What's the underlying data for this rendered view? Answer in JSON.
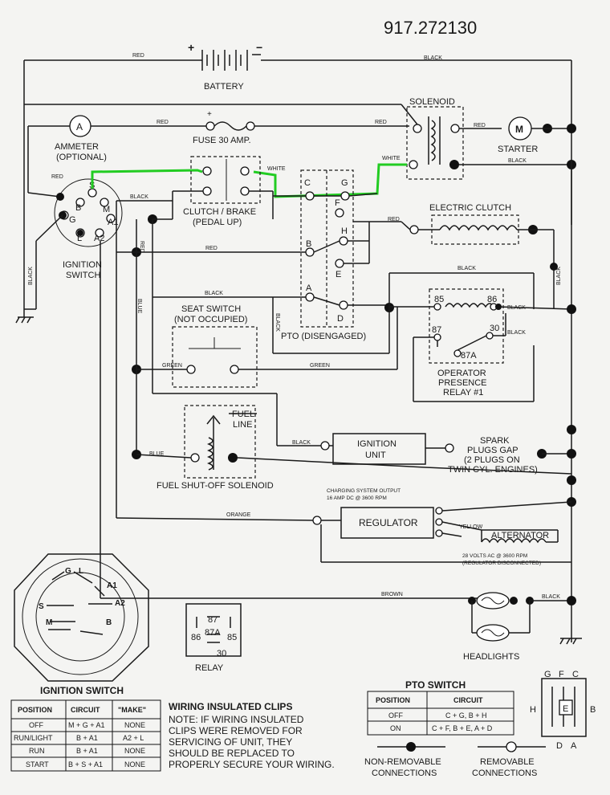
{
  "model_number": "917.272130",
  "components": {
    "battery": "BATTERY",
    "battery_plus": "+",
    "battery_minus": "−",
    "solenoid": "SOLENOID",
    "starter": "STARTER",
    "starter_symbol": "M",
    "ammeter_line1": "AMMETER",
    "ammeter_line2": "(OPTIONAL)",
    "ammeter_symbol": "A",
    "fuse": "FUSE 30 AMP.",
    "fuse_plus": "+",
    "clutch_brake_line1": "CLUTCH / BRAKE",
    "clutch_brake_line2": "(PEDAL UP)",
    "electric_clutch": "ELECTRIC CLUTCH",
    "ignition_switch_line1": "IGNITION",
    "ignition_switch_line2": "SWITCH",
    "seat_switch_line1": "SEAT SWITCH",
    "seat_switch_line2": "(NOT OCCUPIED)",
    "pto": "PTO (DISENGAGED)",
    "relay_line1": "OPERATOR",
    "relay_line2": "PRESENCE",
    "relay_line3": "RELAY #1",
    "fuel_line_1": "FUEL",
    "fuel_line_2": "LINE",
    "fuel_solenoid": "FUEL SHUT-OFF SOLENOID",
    "ignition_unit_line1": "IGNITION",
    "ignition_unit_line2": "UNIT",
    "spark_line1": "SPARK",
    "spark_line2": "PLUGS GAP",
    "spark_line3": "(2 PLUGS ON",
    "spark_line4": "TWIN CYL. ENGINES)",
    "regulator": "REGULATOR",
    "alternator": "ALTERNATOR",
    "charging_line1": "CHARGING SYSTEM OUTPUT",
    "charging_line2": "16 AMP DC @ 3600 RPM",
    "alt_line1": "28 VOLTS AC @ 3600 RPM",
    "alt_line2": "(REGULATOR DISCONNECTED)",
    "headlights": "HEADLIGHTS",
    "relay_diagram": "RELAY"
  },
  "pins": {
    "switch": [
      "S",
      "B",
      "M",
      "G",
      "A1",
      "L",
      "A2"
    ],
    "pto": [
      "C",
      "G",
      "F",
      "H",
      "B",
      "E",
      "A",
      "D"
    ],
    "relay": [
      "85",
      "86",
      "87",
      "30",
      "87A"
    ],
    "relay_box": [
      "87",
      "86",
      "87A",
      "85",
      "30"
    ],
    "face": [
      "G",
      "L",
      "A1",
      "S",
      "A2",
      "M",
      "B"
    ]
  },
  "wires": {
    "red": "RED",
    "black": "BLACK",
    "white": "WHITE",
    "green": "GREEN",
    "blue": "BLUE",
    "orange": "ORANGE",
    "yellow": "YELLOW",
    "brown": "BROWN"
  },
  "ignition_table": {
    "title": "IGNITION SWITCH",
    "headers": [
      "POSITION",
      "CIRCUIT",
      "\"MAKE\""
    ],
    "rows": [
      [
        "OFF",
        "M + G + A1",
        "NONE"
      ],
      [
        "RUN/LIGHT",
        "B + A1",
        "A2 + L"
      ],
      [
        "RUN",
        "B + A1",
        "NONE"
      ],
      [
        "START",
        "B + S + A1",
        "NONE"
      ]
    ]
  },
  "clips_note": {
    "title": "WIRING INSULATED CLIPS",
    "lines": [
      "NOTE: IF WIRING INSULATED",
      "CLIPS WERE REMOVED FOR",
      "SERVICING OF UNIT, THEY",
      "SHOULD BE REPLACED TO",
      "PROPERLY SECURE YOUR WIRING."
    ]
  },
  "pto_table": {
    "title": "PTO SWITCH",
    "headers": [
      "POSITION",
      "CIRCUIT"
    ],
    "rows": [
      [
        "OFF",
        "C + G, B + H"
      ],
      [
        "ON",
        "C + F, B + E, A + D"
      ]
    ]
  },
  "legend": {
    "non_removable_line1": "NON-REMOVABLE",
    "non_removable_line2": "CONNECTIONS",
    "removable_line1": "REMOVABLE",
    "removable_line2": "CONNECTIONS"
  },
  "pto_face": {
    "top": [
      "G",
      "F",
      "C"
    ],
    "left": "H",
    "center": "E",
    "right": "B",
    "bottom": [
      "D",
      "A"
    ]
  },
  "highlight_color": "#22cc22"
}
